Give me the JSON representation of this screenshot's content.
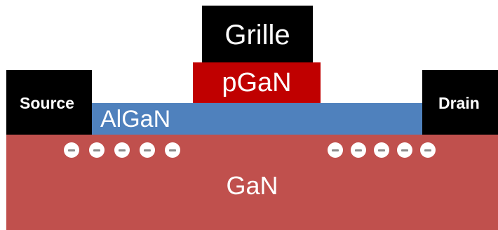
{
  "layers": {
    "grille": {
      "label": "Grille",
      "color": "#000000",
      "text_color": "#ffffff"
    },
    "pgan": {
      "label": "pGaN",
      "color": "#c00000",
      "text_color": "#ffffff"
    },
    "algan": {
      "label": "AlGaN",
      "color": "#4f81bd",
      "text_color": "#ffffff"
    },
    "source": {
      "label": "Source",
      "color": "#000000",
      "text_color": "#ffffff"
    },
    "drain": {
      "label": "Drain",
      "color": "#000000",
      "text_color": "#ffffff"
    },
    "gan": {
      "label": "GaN",
      "color": "#c0504d",
      "text_color": "#ffffff"
    }
  },
  "electrons": {
    "symbol": "-",
    "left_group_count": 5,
    "right_group_count": 5
  }
}
